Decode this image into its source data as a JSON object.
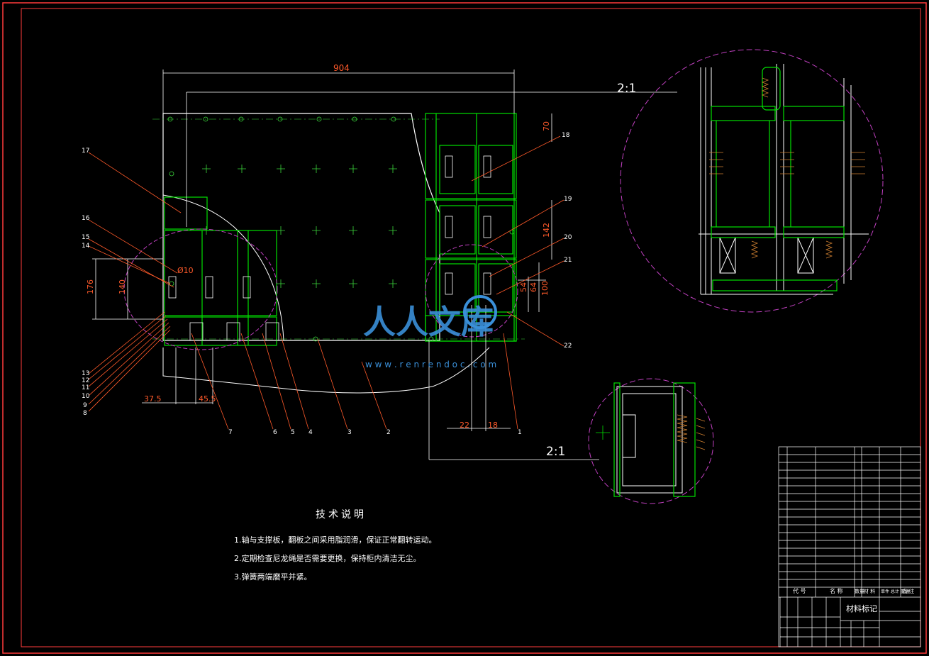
{
  "dimensions": {
    "d904": "904",
    "d70": "70",
    "d142": "142",
    "d54": "54",
    "d64": "64",
    "d100": "100",
    "d176": "176",
    "d140": "140",
    "d_dia10": "Ø10",
    "d37_5": "37.5",
    "d45_5": "45.5",
    "d22": "22",
    "d18": "18"
  },
  "scales": {
    "detail_top": "2:1",
    "detail_bottom": "2:1"
  },
  "callouts": [
    "1",
    "2",
    "3",
    "4",
    "5",
    "6",
    "7",
    "8",
    "9",
    "10",
    "11",
    "12",
    "13",
    "14",
    "15",
    "16",
    "17",
    "18",
    "19",
    "20",
    "21",
    "22"
  ],
  "tech_notes": {
    "title": "技术说明",
    "items": [
      "1.轴与支撑板，翻板之间采用脂润滑，保证正常翻转运动。",
      "2.定期检查尼龙绳是否需要更换，保持柜内清洁无尘。",
      "3.弹簧两端磨平并紧。"
    ]
  },
  "title_block": {
    "material_mark": "材料标记",
    "code_header": "代 号",
    "name_header": "名 称",
    "qty_header": "数量",
    "material_header": "材 料",
    "weight_header": "单件 总计 重 量",
    "remark_header": "备 注"
  },
  "watermark": {
    "brand": "人人文库",
    "url": "w w w . r e n r e n d o c . c o m"
  },
  "colors": {
    "background": "#000000",
    "frame": "#ff3b3b",
    "outline": "#ffffff",
    "component": "#00e000",
    "dimension": "#ff5a2a",
    "detail_circle": "#c040c0",
    "watermark": "#3a8fd8"
  }
}
